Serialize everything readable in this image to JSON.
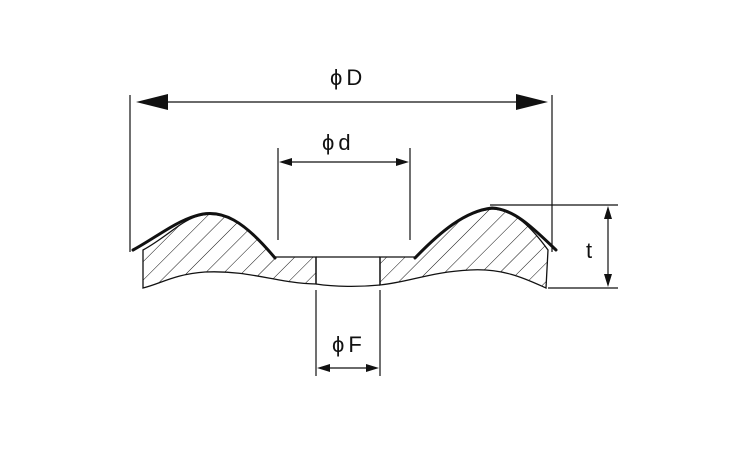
{
  "dimensions": {
    "outer_diameter": {
      "symbol": "ϕ",
      "letter": "D"
    },
    "inner_diameter": {
      "symbol": "ϕ",
      "letter": "d"
    },
    "hole_diameter": {
      "symbol": "ϕ",
      "letter": "F"
    },
    "thickness": {
      "letter": "t"
    }
  },
  "colors": {
    "line": "#111111",
    "background": "#ffffff"
  }
}
